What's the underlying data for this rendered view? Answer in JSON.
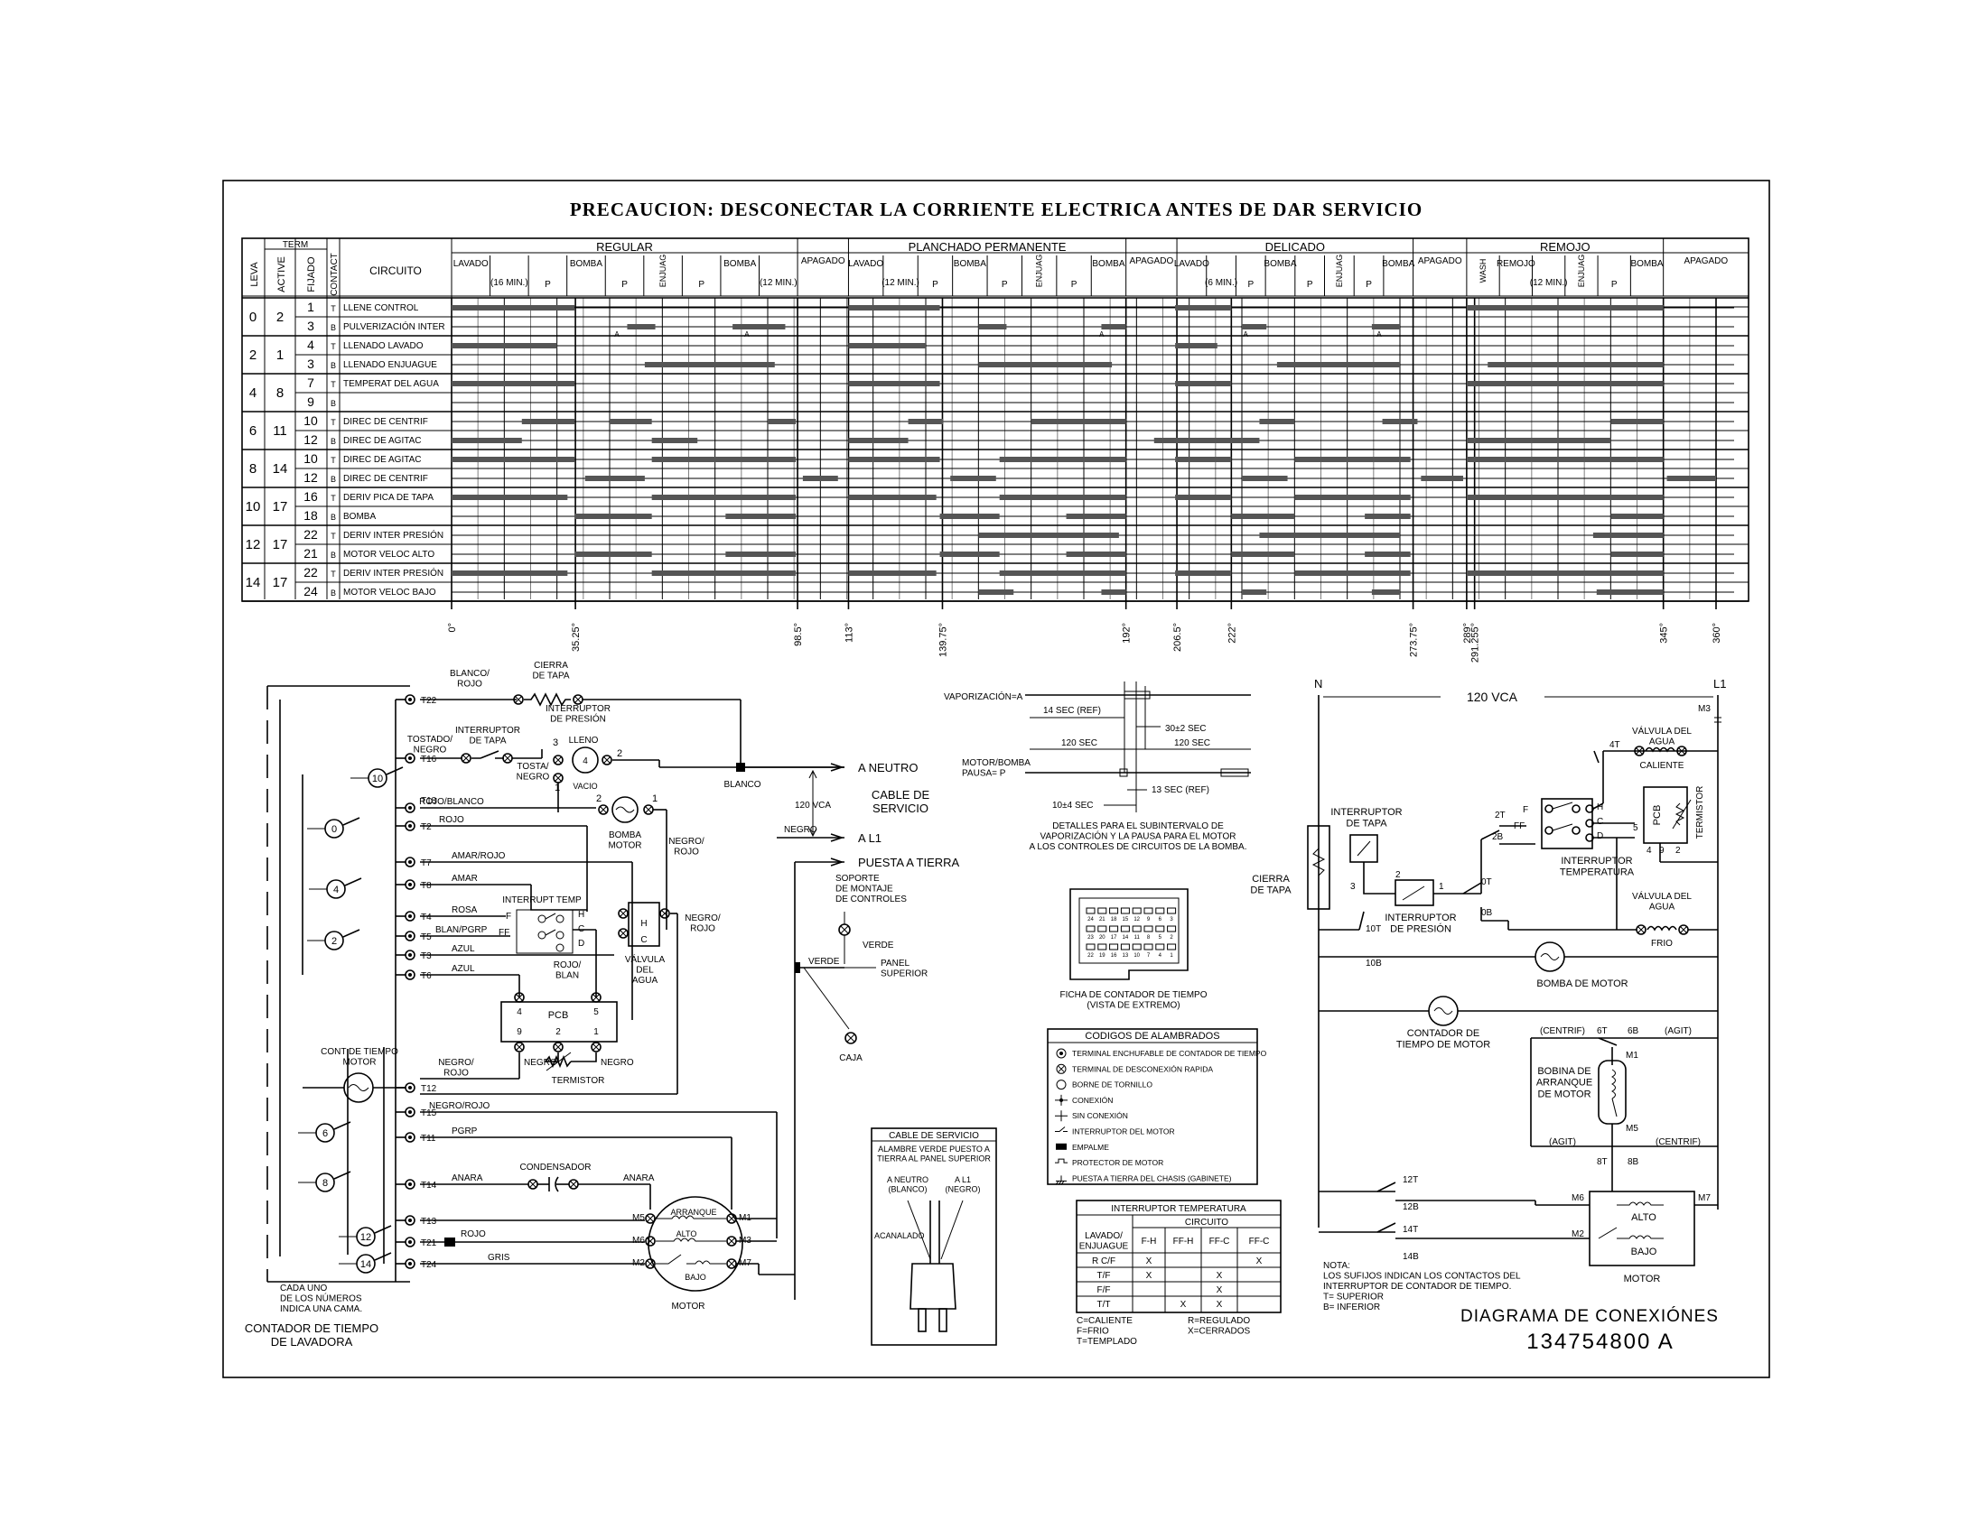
{
  "header": {
    "caution": "PRECAUCION: DESCONECTAR LA CORRIENTE ELECTRICA ANTES DE DAR SERVICIO"
  },
  "timer_chart": {
    "col_headers": {
      "leva": "LEVA",
      "term": "TERM",
      "active": "ACTIVE",
      "fijado": "FIJADO",
      "contact": "CONTACT",
      "circuito": "CIRCUITO"
    },
    "cycles": [
      {
        "name": "REGULAR",
        "phases": [
          "LAVADO",
          "(16 MIN.)",
          "P",
          "BOMBA",
          "P",
          "ENJUAG",
          "P",
          "BOMBA",
          "(12 MIN.)"
        ]
      },
      {
        "name": "APAGADO",
        "phases": []
      },
      {
        "name": "PLANCHADO PERMANENTE",
        "phases": [
          "LAVADO",
          "(12 MIN.)",
          "P",
          "BOMBA",
          "P",
          "ENJUAG",
          "P",
          "BOMBA"
        ]
      },
      {
        "name": "APAGADO",
        "phases": []
      },
      {
        "name": "DELICADO",
        "phases": [
          "LAVADO",
          "(6 MIN.)",
          "P",
          "BOMBA",
          "P",
          "ENJUAG",
          "P",
          "BOMBA"
        ]
      },
      {
        "name": "APAGADO",
        "phases": []
      },
      {
        "name": "REMOJO",
        "phases": [
          "WASH",
          "REMOJO",
          "(12 MIN.)",
          "ENJUAG",
          "P",
          "BOMBA"
        ]
      },
      {
        "name": "APAGADO",
        "phases": []
      }
    ],
    "rows": [
      {
        "leva": "0",
        "active": "2",
        "fijado": "1",
        "contact": "T",
        "circuito": "LLENE CONTROL"
      },
      {
        "leva": "",
        "active": "",
        "fijado": "3",
        "contact": "B",
        "circuito": "PULVERIZACIÓN INTER"
      },
      {
        "leva": "2",
        "active": "1",
        "fijado": "4",
        "contact": "T",
        "circuito": "LLENADO LAVADO"
      },
      {
        "leva": "",
        "active": "",
        "fijado": "3",
        "contact": "B",
        "circuito": "LLENADO ENJUAGUE"
      },
      {
        "leva": "4",
        "active": "8",
        "fijado": "7",
        "contact": "T",
        "circuito": "TEMPERAT DEL AGUA"
      },
      {
        "leva": "",
        "active": "",
        "fijado": "9",
        "contact": "B",
        "circuito": ""
      },
      {
        "leva": "6",
        "active": "11",
        "fijado": "10",
        "contact": "T",
        "circuito": "DIREC DE CENTRIF"
      },
      {
        "leva": "",
        "active": "",
        "fijado": "12",
        "contact": "B",
        "circuito": "DIREC DE AGITAC"
      },
      {
        "leva": "8",
        "active": "14",
        "fijado": "10",
        "contact": "T",
        "circuito": "DIREC DE AGITAC"
      },
      {
        "leva": "",
        "active": "",
        "fijado": "12",
        "contact": "B",
        "circuito": "DIREC DE CENTRIF"
      },
      {
        "leva": "10",
        "active": "17",
        "fijado": "16",
        "contact": "T",
        "circuito": "DERIV PICA DE TAPA"
      },
      {
        "leva": "",
        "active": "",
        "fijado": "18",
        "contact": "B",
        "circuito": "BOMBA"
      },
      {
        "leva": "12",
        "active": "17",
        "fijado": "22",
        "contact": "T",
        "circuito": "DERIV INTER PRESIÓN"
      },
      {
        "leva": "",
        "active": "",
        "fijado": "21",
        "contact": "B",
        "circuito": "MOTOR VELOC ALTO"
      },
      {
        "leva": "14",
        "active": "17",
        "fijado": "22",
        "contact": "T",
        "circuito": "DERIV INTER PRESIÓN"
      },
      {
        "leva": "",
        "active": "",
        "fijado": "24",
        "contact": "B",
        "circuito": "MOTOR VELOC BAJO"
      }
    ],
    "degrees": [
      "0°",
      "35.25°",
      "98.5°",
      "113°",
      "139.75°",
      "192°",
      "206.5°",
      "222°",
      "273.75°",
      "289°",
      "291.255°",
      "345°",
      "360°"
    ],
    "bar_marker": "A"
  },
  "left_diagram": {
    "terminals": [
      "T22",
      "T16",
      "T18",
      "T2",
      "T7",
      "T8",
      "T4",
      "T5",
      "T3",
      "T6",
      "T12",
      "T15",
      "T11",
      "T14",
      "T13",
      "T21",
      "T24"
    ],
    "wire_labels": {
      "blanco_rojo": "BLANCO/\nROJO",
      "cierra_tapa": "CIERRA\nDE TAPA",
      "tostado_negro": "TOSTADO/\nNEGRO",
      "interruptor_tapa": "INTERRUPTOR\nDE TAPA",
      "interruptor_presion": "INTERRUPTOR\nDE PRESIÓN",
      "lleno": "LLENO",
      "tosta_negro": "TOSTA/\nNEGRO",
      "vacio": "VACIO",
      "blanco": "BLANCO",
      "rojo_blanco": "ROJO/BLANCO",
      "rojo": "ROJO",
      "bomba_motor": "BOMBA\nMOTOR",
      "negro_rojo": "NEGRO/\nROJO",
      "amar_rojo": "AMAR/ROJO",
      "amar": "AMAR",
      "interrupt_temp": "INTERRUPT TEMP",
      "rosa": "ROSA",
      "blan_pgrp": "BLAN/PGRP",
      "azul": "AZUL",
      "rojo_blan": "ROJO/\nBLAN",
      "valvula_agua": "VÁLVULA\nDEL\nAGUA",
      "pcb": "PCB",
      "negro": "NEGRO",
      "termistor": "TERMISTOR",
      "cont_tiempo_motor": "CONT DE TIEMPO\nMOTOR",
      "negro_rojo2": "NEGRO/ROJO",
      "pgrp": "PGRP",
      "anara": "ANARA",
      "condensador": "CONDENSADOR",
      "arranque": "ARRANQUE",
      "alto": "ALTO",
      "bajo": "BAJO",
      "motor": "MOTOR",
      "gris": "GRIS",
      "cada_uno": "CADA UNO\nDE LOS NÚMEROS\nINDICA UNA CAMA.",
      "contador_lavadora": "CONTADOR DE TIEMPO\nDE LAVADORA"
    },
    "cams": [
      "10",
      "0",
      "4",
      "2",
      "6",
      "8",
      "12",
      "14"
    ],
    "motor_terminals": [
      "M5",
      "M1",
      "M6",
      "M3",
      "M2",
      "M7"
    ]
  },
  "service": {
    "a_neutro": "A NEUTRO",
    "cable_servicio": "CABLE DE\nSERVICIO",
    "vca_120": "120 VCA",
    "negro": "NEGRO",
    "a_l1": "A L1",
    "puesta_tierra": "PUESTA A TIERRA",
    "soporte": "SOPORTE\nDE MONTAJE\nDE CONTROLES",
    "verde": "VERDE",
    "verde2": "VERDE",
    "panel_superior": "PANEL\nSUPERIOR",
    "caja": "CAJA"
  },
  "timing": {
    "vaporizacion": "VAPORIZACIÓN=A",
    "sec14": "14 SEC (REF)",
    "sec30": "30±2 SEC",
    "sec120a": "120 SEC",
    "sec120b": "120 SEC",
    "motor_bomba": "MOTOR/BOMBA\nPAUSA= P",
    "sec13": "13 SEC (REF)",
    "sec10": "10±4 SEC",
    "note": "DETALLES PARA EL SUBINTERVALO DE\nVAPORIZACIÓN Y LA PAUSA PARA EL MOTOR\nA LOS CONTROLES DE CIRCUITOS DE LA BOMBA."
  },
  "plug": {
    "caption": "FICHA DE CONTADOR DE TIEMPO\n(VISTA DE EXTREMO)",
    "top_row": [
      "24",
      "21",
      "18",
      "15",
      "12",
      "9",
      "6",
      "3"
    ],
    "mid_row": [
      "23",
      "20",
      "17",
      "14",
      "11",
      "8",
      "5",
      "2"
    ],
    "bot_row": [
      "22",
      "19",
      "16",
      "13",
      "10",
      "7",
      "4",
      "1"
    ]
  },
  "codes": {
    "title": "CODIGOS DE ALAMBRADOS",
    "items": [
      "TERMINAL ENCHUFABLE DE CONTADOR DE TIEMPO",
      "TERMINAL DE DESCONEXIÓN RAPIDA",
      "BORNE DE TORNILLO",
      "CONEXIÓN",
      "SIN CONEXIÓN",
      "INTERRUPTOR DEL MOTOR",
      "EMPALME",
      "PROTECTOR DE MOTOR",
      "PUESTA A TIERRA DEL CHASIS (GABINETE)"
    ]
  },
  "cable_servicio_box": {
    "title": "CABLE DE SERVICIO",
    "sub": "ALAMBRE VERDE PUESTO A\nTIERRA AL PANEL SUPERIOR",
    "a_neutro": "A NEUTRO\n(BLANCO)",
    "a_l1": "A L1\n(NEGRO)",
    "acanalado": "ACANALADO"
  },
  "temp_switch": {
    "title": "INTERRUPTOR TEMPERATURA",
    "circuito": "CIRCUITO",
    "row_header": "LAVADO/\nENJUAGUE",
    "cols": [
      "F-H",
      "FF-H",
      "FF-C",
      "FF-C"
    ],
    "rows": [
      {
        "label": "R C/F",
        "cells": [
          "X",
          "",
          "",
          "X"
        ]
      },
      {
        "label": "T/F",
        "cells": [
          "X",
          "",
          "X",
          ""
        ]
      },
      {
        "label": "F/F",
        "cells": [
          "",
          "",
          "X",
          ""
        ]
      },
      {
        "label": "T/T",
        "cells": [
          "",
          "X",
          "X",
          ""
        ]
      }
    ],
    "legend_left": "C=CALIENTE\nF=FRIO\nT=TEMPLADO",
    "legend_right": "R=REGULADO\nX=CERRADOS"
  },
  "ladder": {
    "n": "N",
    "l1": "L1",
    "vca": "120 VCA",
    "m3": "M3",
    "valvula_caliente": "VÁLVULA DEL\nAGUA",
    "caliente": "CALIENTE",
    "interruptor_tapa": "INTERRUPTOR\nDE TAPA",
    "cierra_tapa": "CIERRA\nDE TAPA",
    "interruptor_presion": "INTERRUPTOR\nDE PRESIÓN",
    "interruptor_temperatura": "INTERRUPTOR\nTEMPERATURA",
    "pcb": "PCB",
    "termistor": "TERMISTOR",
    "valvula_frio": "VÁLVULA DEL\nAGUA",
    "frio": "FRIO",
    "bomba_motor": "BOMBA DE MOTOR",
    "contador_motor": "CONTADOR DE\nTIEMPO DE MOTOR",
    "bobina": "BOBINA DE\nARRANQUE\nDE MOTOR",
    "centrif": "(CENTRIF)",
    "agit": "(AGIT)",
    "agit2": "(AGIT)",
    "centrif2": "(CENTRIF)",
    "alto": "ALTO",
    "bajo": "BAJO",
    "motor": "MOTOR",
    "terms": [
      "4T",
      "2T",
      "2B",
      "0T",
      "0B",
      "10T",
      "10B",
      "6T",
      "6B",
      "8T",
      "8B",
      "12T",
      "12B",
      "14T",
      "14B",
      "M1",
      "M5",
      "M6",
      "M7",
      "M2"
    ],
    "note": "NOTA:\nLOS SUFIJOS INDICAN LOS CONTACTOS DEL\nINTERRUPTOR DE CONTADOR DE TIEMPO.\nT= SUPERIOR\nB= INFERIOR"
  },
  "footer": {
    "title": "DIAGRAMA DE CONEXIÓNES",
    "part": "134754800 A"
  }
}
